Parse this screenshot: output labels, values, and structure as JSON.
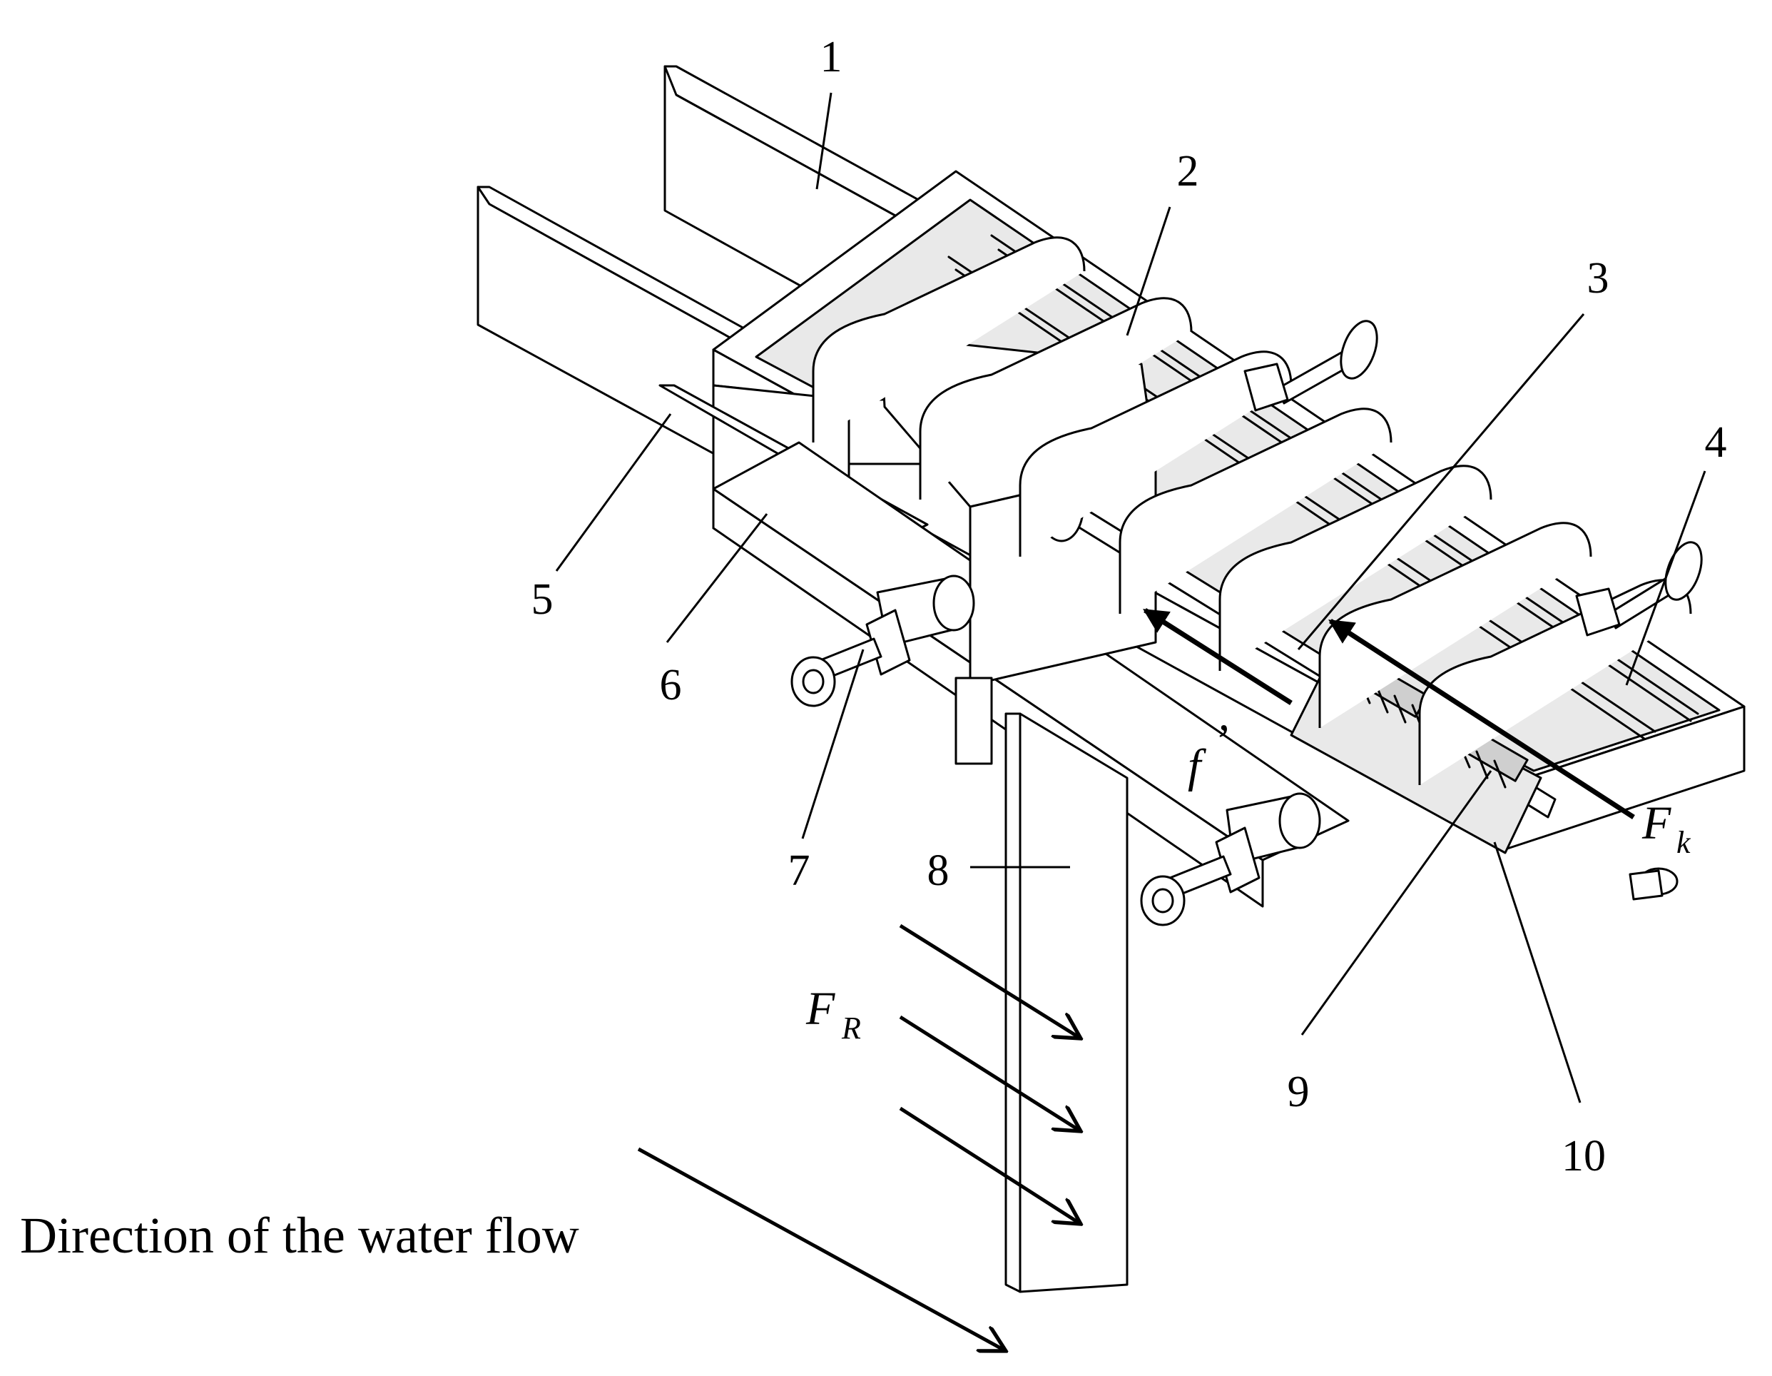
{
  "labels": {
    "n1": "1",
    "n2": "2",
    "n3": "3",
    "n4": "4",
    "n5": "5",
    "n6": "6",
    "n7": "7",
    "n8": "8",
    "n9": "9",
    "n10": "10"
  },
  "forces": {
    "friction_main": "f",
    "friction_prime": "’",
    "spring_main": "F",
    "spring_sub": "k",
    "water_main": "F",
    "water_sub": "R"
  },
  "caption": "Direction of the water flow"
}
